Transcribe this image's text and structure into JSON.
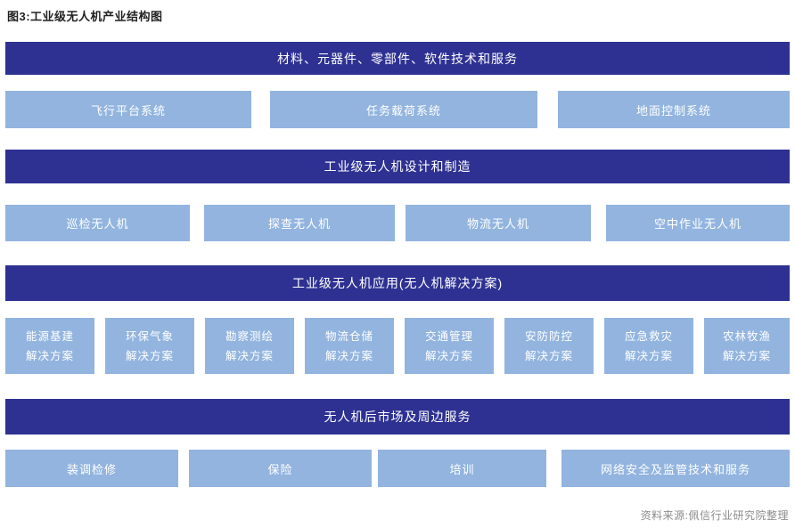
{
  "title": "图3:工业级无人机产业结构图",
  "footer": "资料来源:佩信行业研究院整理",
  "colors": {
    "header_bar": "#2E3192",
    "item_box": "#92B4DF",
    "text_on_blue": "#ffffff",
    "title_text": "#1f1f1f",
    "footer_text": "#8c8c8c"
  },
  "sections": [
    {
      "header": "材料、元器件、零部件、软件技术和服务",
      "items": [
        "飞行平台系统",
        "任务载荷系统",
        "地面控制系统"
      ]
    },
    {
      "header": "工业级无人机设计和制造",
      "items": [
        "巡检无人机",
        "探查无人机",
        "物流无人机",
        "空中作业无人机"
      ]
    },
    {
      "header": "工业级无人机应用(无人机解决方案)",
      "items": [
        {
          "line1": "能源基建",
          "line2": "解决方案"
        },
        {
          "line1": "环保气象",
          "line2": "解决方案"
        },
        {
          "line1": "勘察测绘",
          "line2": "解决方案"
        },
        {
          "line1": "物流仓储",
          "line2": "解决方案"
        },
        {
          "line1": "交通管理",
          "line2": "解决方案"
        },
        {
          "line1": "安防防控",
          "line2": "解决方案"
        },
        {
          "line1": "应急救灾",
          "line2": "解决方案"
        },
        {
          "line1": "农林牧渔",
          "line2": "解决方案"
        }
      ]
    },
    {
      "header": "无人机后市场及周边服务",
      "items": [
        "装调检修",
        "保险",
        "培训",
        "网络安全及监管技术和服务"
      ]
    }
  ]
}
